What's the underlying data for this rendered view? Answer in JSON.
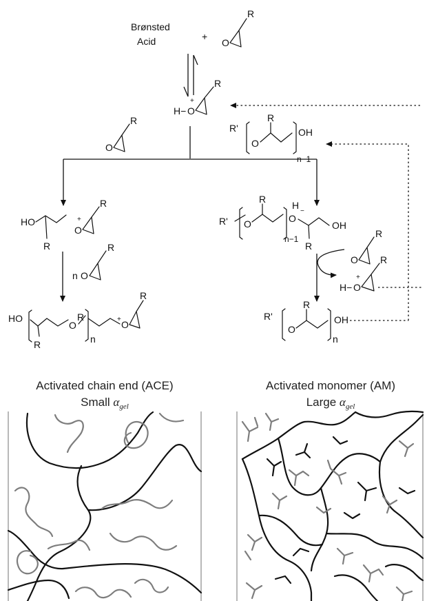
{
  "scheme": {
    "acid_line1": "Brønsted",
    "acid_line2": "Acid",
    "plus_sign": "+",
    "atoms": {
      "R": "R",
      "R_prime": "R'",
      "O": "O",
      "H": "H",
      "HO": "HO",
      "OH": "OH",
      "H_bond": "H−",
      "n": "n",
      "n_minus_1": "n−1",
      "plus": "+",
      "minus": "−"
    }
  },
  "ace": {
    "caption": "Activated chain end (ACE)",
    "size_word": "Small",
    "alpha_symbol": "α",
    "alpha_subscript": "gel"
  },
  "am": {
    "caption": "Activated monomer (AM)",
    "size_word": "Large",
    "alpha_symbol": "α",
    "alpha_subscript": "gel"
  },
  "colors": {
    "ink": "#111111",
    "network_black": "#111111",
    "network_grey": "#7d7d7d",
    "frame": "#888888"
  }
}
